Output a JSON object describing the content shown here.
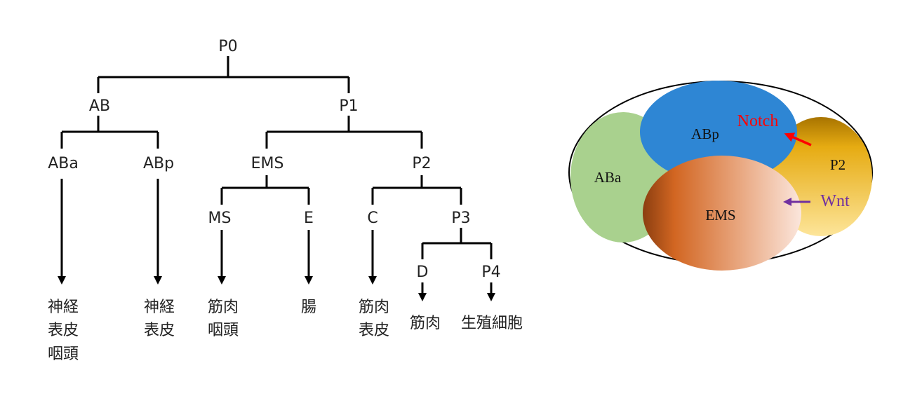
{
  "tree": {
    "nodes": {
      "p0": "P0",
      "ab": "AB",
      "p1": "P1",
      "aba": "ABa",
      "abp": "ABp",
      "ems": "EMS",
      "p2": "P2",
      "ms": "MS",
      "e": "E",
      "c": "C",
      "p3": "P3",
      "d": "D",
      "p4": "P4"
    },
    "fates": {
      "aba": [
        "神経",
        "表皮",
        "咽頭"
      ],
      "abp": [
        "神経",
        "表皮"
      ],
      "ms": [
        "筋肉",
        "咽頭"
      ],
      "e": [
        "腸"
      ],
      "c": [
        "筋肉",
        "表皮"
      ],
      "d": [
        "筋肉"
      ],
      "p4": [
        "生殖細胞"
      ]
    }
  },
  "embryo": {
    "cells": {
      "aba": "ABa",
      "abp": "ABp",
      "p2": "P2",
      "ems": "EMS"
    },
    "signals": {
      "notch": "Notch",
      "wnt": "Wnt"
    },
    "colors": {
      "aba": "#a9d18e",
      "abp": "#2e86d4",
      "notch": "#ff0000",
      "wnt": "#7030a0"
    }
  }
}
